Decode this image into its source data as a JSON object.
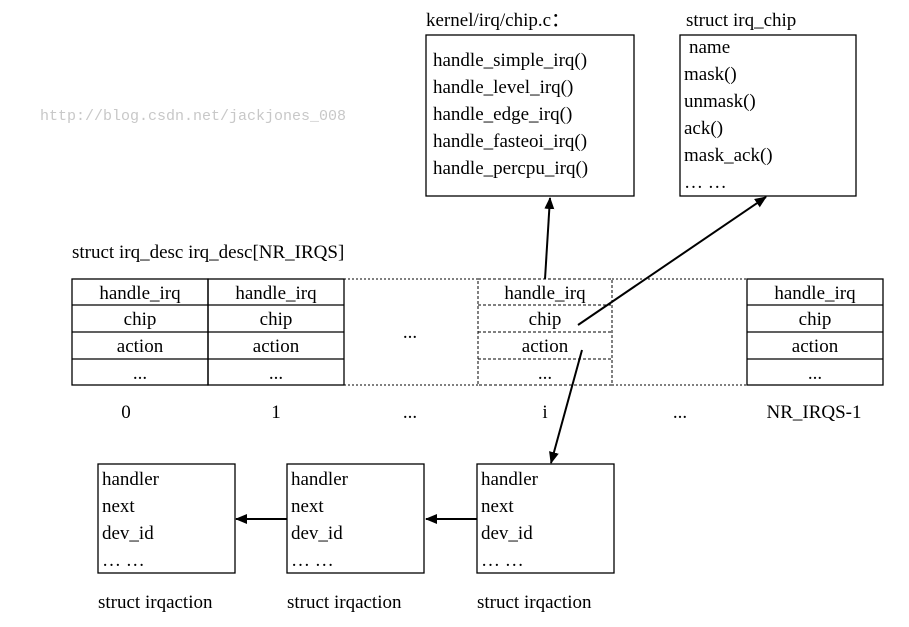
{
  "chip_c": {
    "title": "kernel/irq/chip.c：",
    "items": [
      "handle_simple_irq()",
      "handle_level_irq()",
      "handle_edge_irq()",
      "handle_fasteoi_irq()",
      "handle_percpu_irq()"
    ]
  },
  "irq_chip": {
    "title": "struct irq_chip",
    "items": [
      "name",
      "mask()",
      "unmask()",
      "ack()",
      "mask_ack()",
      "… …"
    ]
  },
  "irq_desc": {
    "title": "struct irq_desc irq_desc[NR_IRQS]",
    "fields": [
      "handle_irq",
      "chip",
      "action",
      "..."
    ],
    "gap_ellipsis": "...",
    "indices": [
      "0",
      "1",
      "...",
      "i",
      "...",
      "NR_IRQS-1"
    ]
  },
  "irqaction": {
    "fields": [
      "handler",
      "next",
      "dev_id",
      "… …"
    ],
    "label": "struct irqaction"
  },
  "watermark": "http://blog.csdn.net/jackjones_008"
}
